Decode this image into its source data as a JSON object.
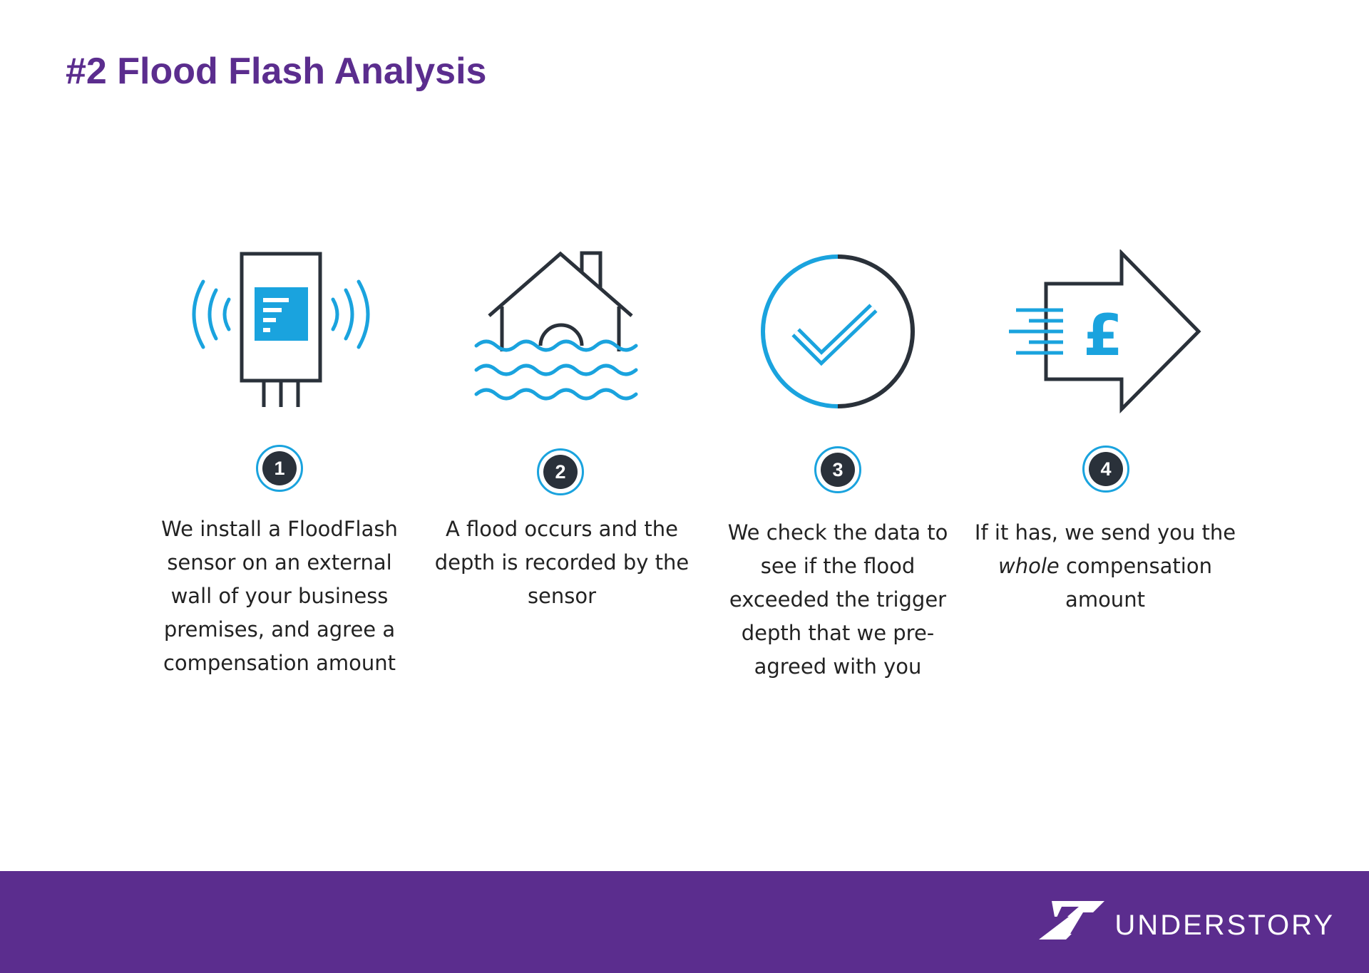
{
  "page": {
    "title": "#2 Flood Flash Analysis"
  },
  "steps": [
    {
      "number": "1",
      "icon": "sensor-icon",
      "text": "We install a FloodFlash sensor on an external wall of your business premises, and agree a compensation amount"
    },
    {
      "number": "2",
      "icon": "flooded-house-icon",
      "text": "A flood occurs and the depth is recorded by the sensor"
    },
    {
      "number": "3",
      "icon": "check-circle-icon",
      "text": "We check the data to see if the flood exceeded the trigger depth that we pre-agreed with you"
    },
    {
      "number": "4",
      "icon": "pound-arrow-icon",
      "text_before": "If it has, we send you the ",
      "text_emphasis": "whole",
      "text_after": " compensation amount"
    }
  ],
  "footer": {
    "brand_name": "UNDERSTORY",
    "logo_icon": "understory-logo-icon"
  },
  "colors": {
    "brand_purple": "#5b2d8e",
    "accent_blue": "#1aa3de",
    "icon_dark": "#2a313a",
    "text": "#222222"
  }
}
